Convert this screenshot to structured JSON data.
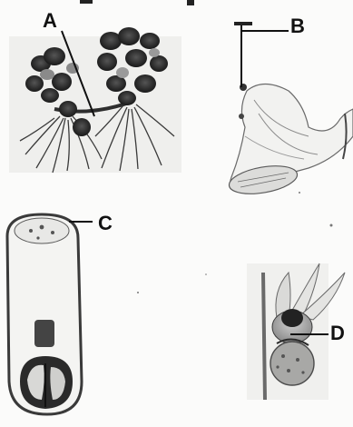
{
  "labels": {
    "a": "A",
    "b": "B",
    "c": "C",
    "d": "D"
  },
  "colors": {
    "ink": "#2a2a2a",
    "light_ink": "#7a7a7a",
    "paper": "#fbfbfa"
  }
}
